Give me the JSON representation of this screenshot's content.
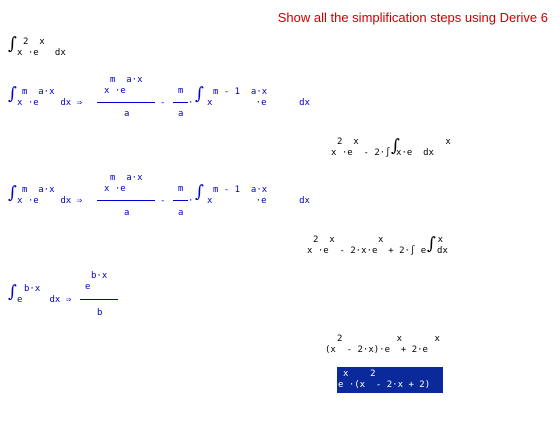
{
  "header": {
    "title": "Show all the simplification steps using Derive 6"
  },
  "line1": {
    "integral_sign": "∫",
    "sup": "2  x",
    "base": "x ·e   dx"
  },
  "rule1": {
    "lhs_sup": "m  a·x",
    "lhs_base": "x ·e    dx ⇒",
    "num1_sup": "m  a·x",
    "num1_base": "x ·e",
    "den1": "a",
    "minus": "-",
    "num2": "m",
    "den2": "a",
    "dot": "·",
    "rhs_sup": "m - 1  a·x",
    "rhs_base": "x        ·e      dx"
  },
  "step1": {
    "sup": "2  x                x",
    "base": "x ·e  - 2·∫ x·e  dx"
  },
  "rule2": {
    "lhs_sup": "m  a·x",
    "lhs_base": "x ·e    dx ⇒",
    "num1_sup": "m  a·x",
    "num1_base": "x ·e",
    "den1": "a",
    "minus": "-",
    "num2": "m",
    "den2": "a",
    "dot": "·",
    "rhs_sup": "m - 1  a·x",
    "rhs_base": "x        ·e      dx"
  },
  "step2": {
    "sup": "2  x        x          x",
    "base": "x ·e  - 2·x·e  + 2·∫ e  dx"
  },
  "rule3": {
    "lhs_sup": "b·x",
    "lhs_base": "e     dx ⇒",
    "num_sup": "b·x",
    "num_base": "e",
    "den": "b"
  },
  "step3": {
    "sup": "2          x      x",
    "base": "(x  - 2·x)·e  + 2·e"
  },
  "result": {
    "sup": "x    2",
    "base": "e ·(x  - 2·x + 2)"
  }
}
